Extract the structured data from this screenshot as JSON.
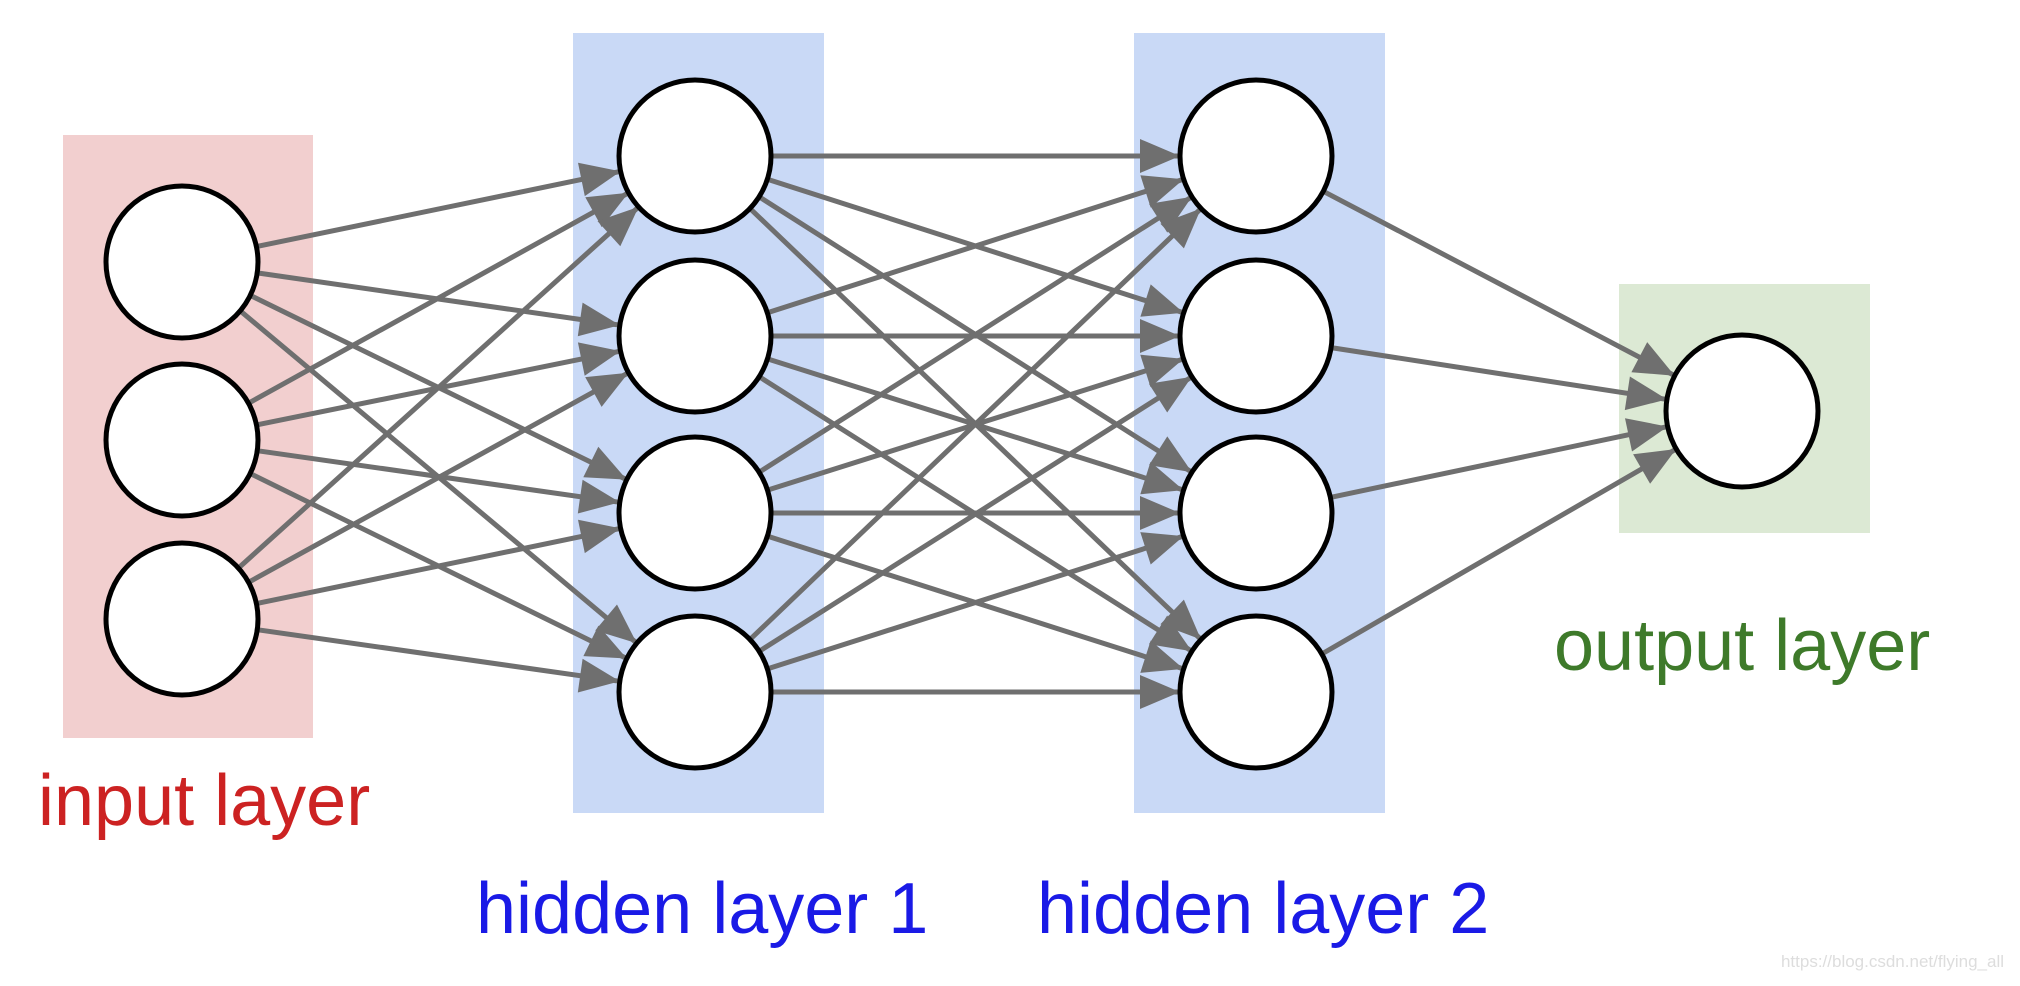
{
  "layers": [
    {
      "id": "input",
      "label": "input layer",
      "nodes": 3,
      "color": "#cc2222",
      "band_color": "#f2cfcf"
    },
    {
      "id": "hidden1",
      "label": "hidden layer 1",
      "nodes": 4,
      "color": "#1a1ae6",
      "band_color": "#c9d9f6"
    },
    {
      "id": "hidden2",
      "label": "hidden layer 2",
      "nodes": 4,
      "color": "#1a1ae6",
      "band_color": "#c9d9f6"
    },
    {
      "id": "output",
      "label": "output layer",
      "nodes": 1,
      "color": "#3e7a2a",
      "band_color": "#dce9d4"
    }
  ],
  "edge_color": "#6f6f6f",
  "watermark": "https://blog.csdn.net/flying_all"
}
